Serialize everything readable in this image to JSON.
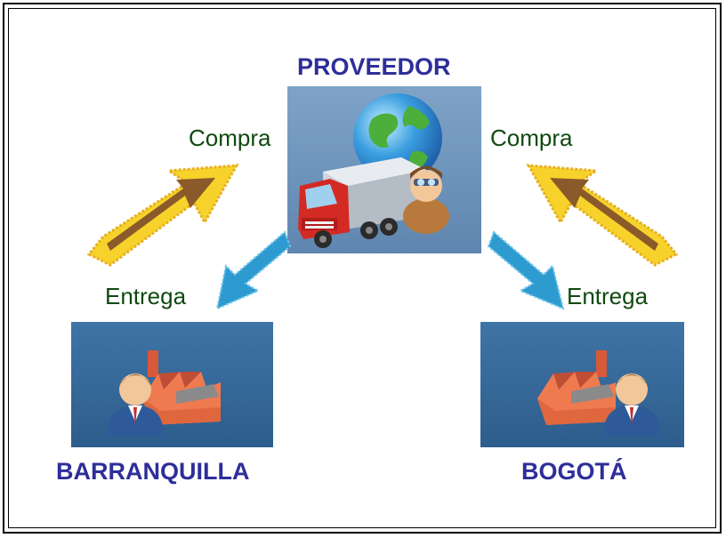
{
  "nodes": {
    "supplier": {
      "title": "PROVEEDOR"
    },
    "left_city": {
      "title": "BARRANQUILLA"
    },
    "right_city": {
      "title": "BOGOTÁ"
    }
  },
  "edges": {
    "left_purchase": "Compra",
    "right_purchase": "Compra",
    "left_delivery": "Entrega",
    "right_delivery": "Entrega"
  },
  "icons": {
    "supplier": "truck-globe-person-icon",
    "left_city": "factory-person-icon",
    "right_city": "factory-person-icon",
    "purchase_arrows": "up-arrow-icon",
    "delivery_arrows": "down-arrow-icon"
  },
  "colors": {
    "title_text": "#2e2e9a",
    "edge_text": "#0f4a0f",
    "purchase_arrow": "#f2c81c",
    "delivery_arrow": "#2d9bcf",
    "tile_background": "#3a6ea0"
  }
}
